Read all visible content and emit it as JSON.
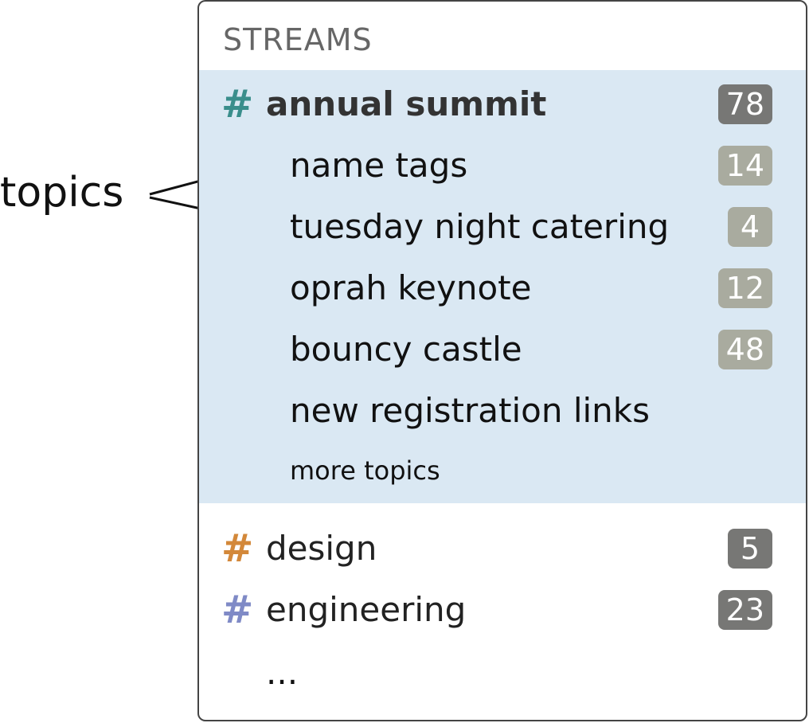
{
  "annotation": {
    "label": "topics"
  },
  "sidebar": {
    "header": "STREAMS",
    "active_stream": {
      "hash": "#",
      "name": "annual summit",
      "count": "78",
      "color": "#3a8e8c"
    },
    "topics": [
      {
        "name": "name tags",
        "count": "14"
      },
      {
        "name": "tuesday night catering",
        "count": "4"
      },
      {
        "name": "oprah keynote",
        "count": "12"
      },
      {
        "name": "bouncy castle",
        "count": "48"
      },
      {
        "name": "new registration links",
        "count": ""
      }
    ],
    "more_topics": "more topics",
    "streams": [
      {
        "hash": "#",
        "name": "design",
        "count": "5",
        "color": "#d3883a"
      },
      {
        "hash": "#",
        "name": "engineering",
        "count": "23",
        "color": "#7f8ac6"
      }
    ],
    "ellipsis": "..."
  },
  "colors": {
    "active_background": "#dae8f3",
    "badge_unread": "#777775",
    "badge_topic": "#a9ab9f",
    "panel_border": "#444444"
  }
}
